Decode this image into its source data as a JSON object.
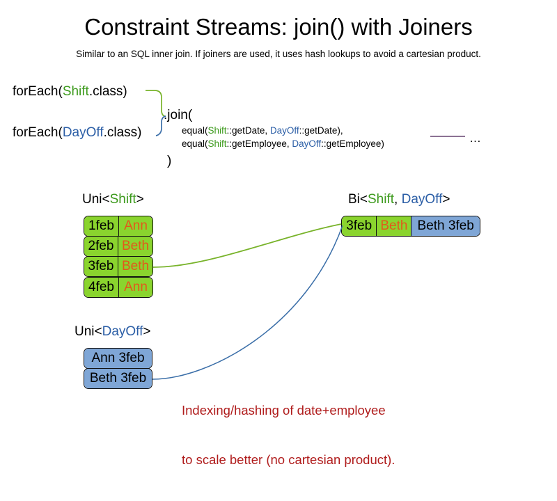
{
  "header": {
    "title": "Constraint Streams: join() with Joiners",
    "subtitle": "Similar to an SQL inner join. If joiners are used, it uses hash lookups to avoid a cartesian product."
  },
  "code": {
    "foreach_shift_prefix": "forEach(",
    "foreach_shift_type": "Shift",
    "foreach_shift_suffix": ".class)",
    "foreach_dayoff_prefix": "forEach(",
    "foreach_dayoff_type": "DayOff",
    "foreach_dayoff_suffix": ".class)",
    "join_open": ".join(",
    "join_close": ")",
    "equal_date": {
      "prefix": "equal(",
      "left_type": "Shift",
      "left_method": "::getDate, ",
      "right_type": "DayOff",
      "right_method": "::getDate),"
    },
    "equal_employee": {
      "prefix": "equal(",
      "left_type": "Shift",
      "left_method": "::getEmployee, ",
      "right_type": "DayOff",
      "right_method": "::getEmployee)"
    },
    "ellipsis": "…"
  },
  "streams": {
    "uni_shift": {
      "label_prefix": "Uni<",
      "label_type": "Shift",
      "label_suffix": ">",
      "rows": [
        {
          "date": "1feb",
          "employee": "Ann"
        },
        {
          "date": "2feb",
          "employee": "Beth"
        },
        {
          "date": "3feb",
          "employee": "Beth"
        },
        {
          "date": "4feb",
          "employee": "Ann"
        }
      ]
    },
    "uni_dayoff": {
      "label_prefix": "Uni<",
      "label_type": "DayOff",
      "label_suffix": ">",
      "rows": [
        {
          "text": "Ann 3feb"
        },
        {
          "text": "Beth 3feb"
        }
      ]
    },
    "bi": {
      "label_prefix": "Bi<",
      "label_type_a": "Shift",
      "label_separator": ", ",
      "label_type_b": "DayOff",
      "label_suffix": ">",
      "rows": [
        {
          "date": "3feb",
          "employee": "Beth",
          "dayoff": "Beth 3feb"
        }
      ]
    }
  },
  "annotation": {
    "line1": "Indexing/hashing of date+employee",
    "line2": "to scale better (no cartesian product)."
  },
  "colors": {
    "shift_green": "#3c9a1c",
    "dayoff_blue": "#2b5ea6",
    "box_green": "#8ad42e",
    "box_blue": "#7fa6d6",
    "employee_orange": "#e2581b",
    "annotation_red": "#b01c1c",
    "connector_green": "#78b32a",
    "connector_blue": "#3a6ea8",
    "rule_purple": "#7c5f85"
  }
}
